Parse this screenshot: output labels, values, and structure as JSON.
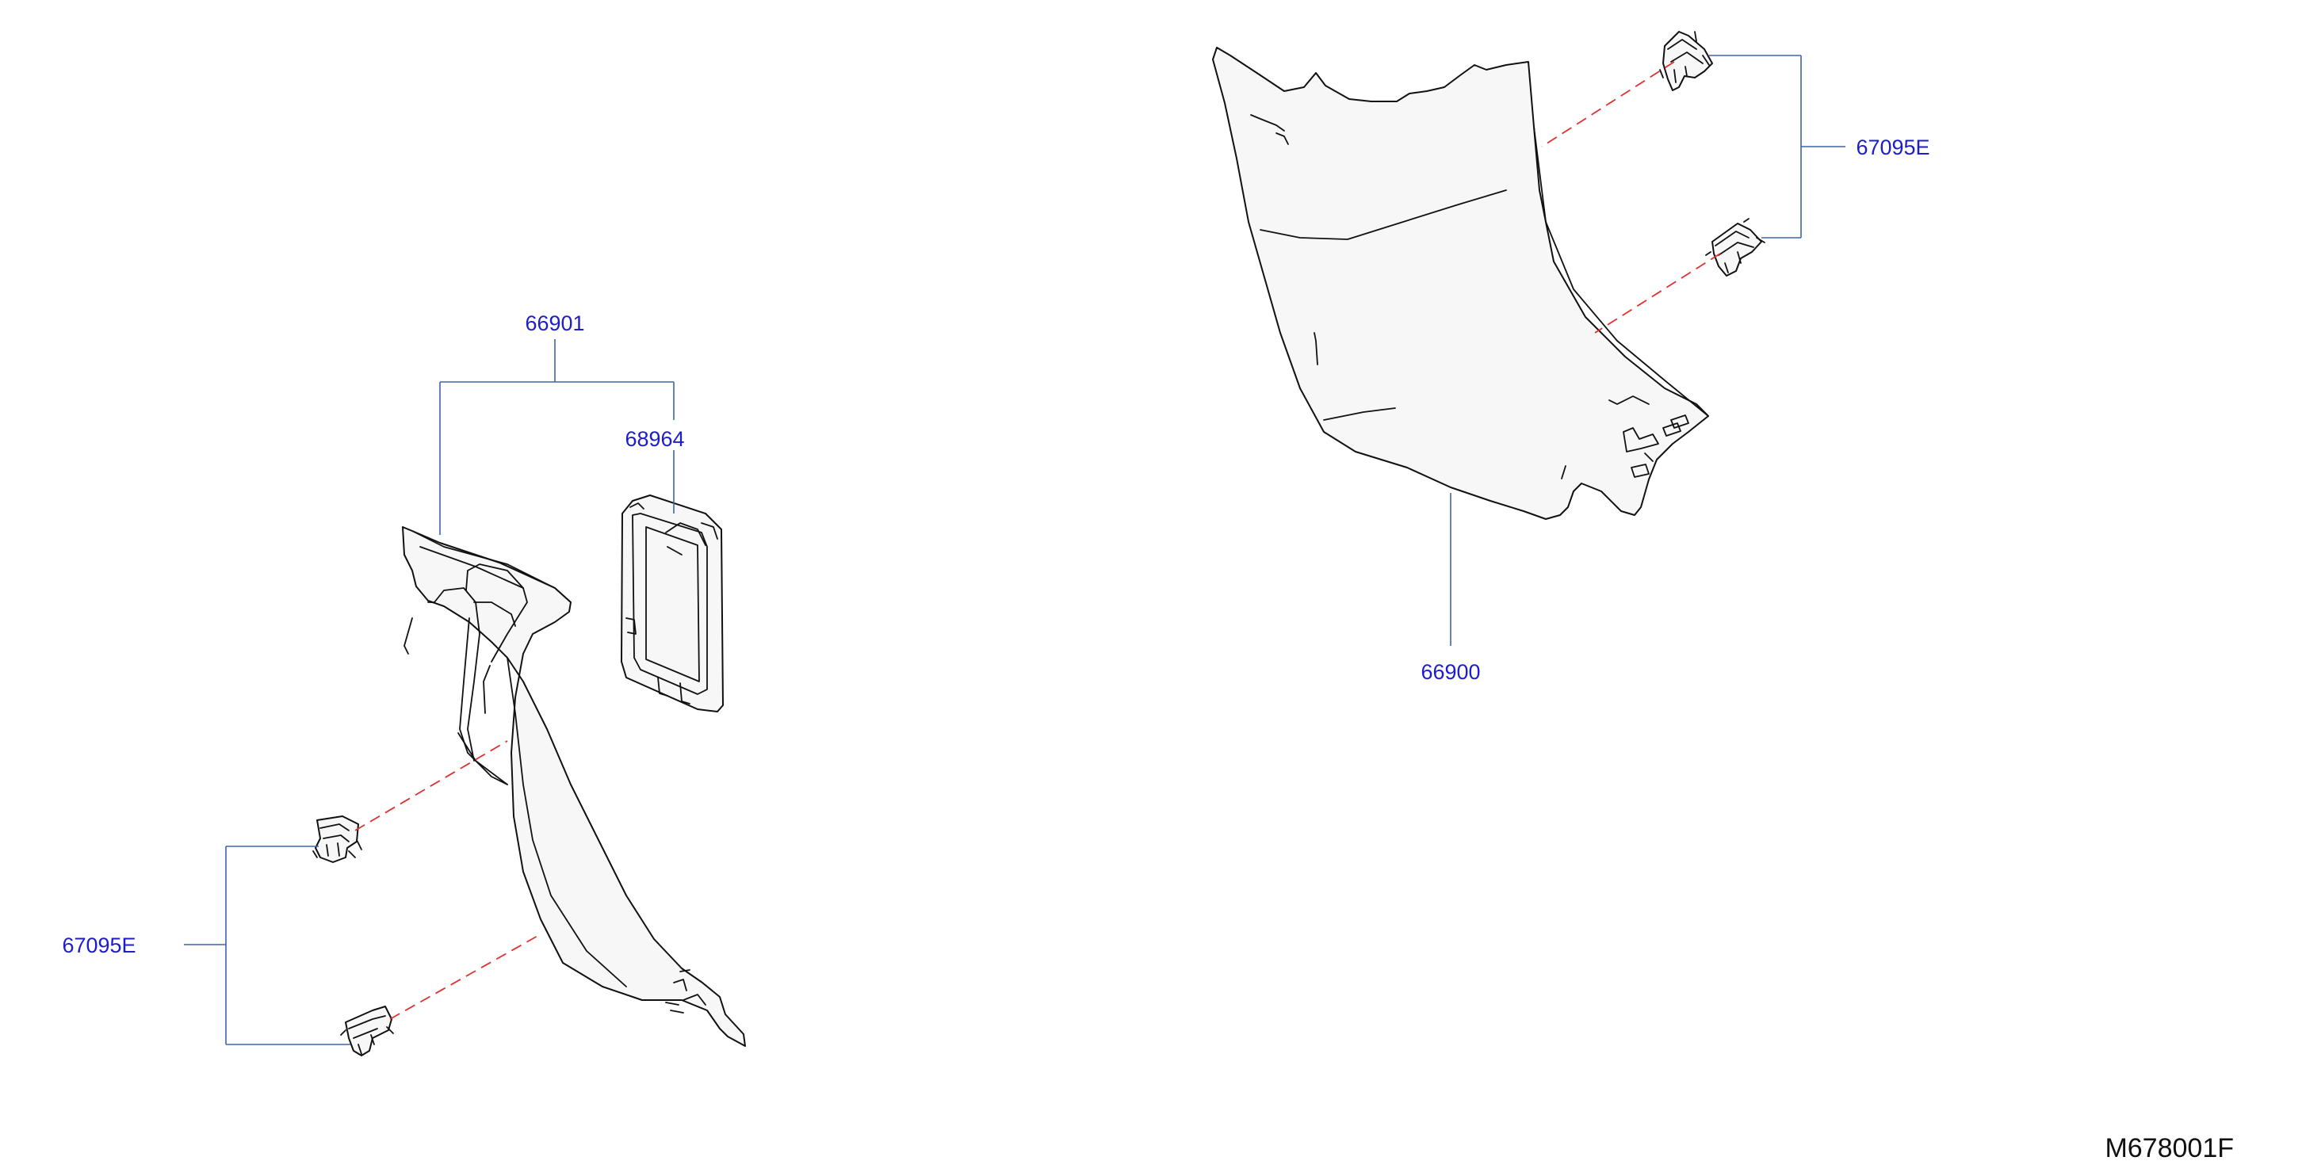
{
  "figure_code": "M678001F",
  "colors": {
    "callout_text": "#1d1dcc",
    "leader_line": "#3f63a8",
    "fastener_direction": "#e03030",
    "outline": "#111111",
    "code_text": "#111111"
  },
  "callouts": {
    "assembly_left": "66901",
    "lid": "68964",
    "clip_left": "67095E",
    "trim_right": "66900",
    "clip_right": "67095E"
  }
}
